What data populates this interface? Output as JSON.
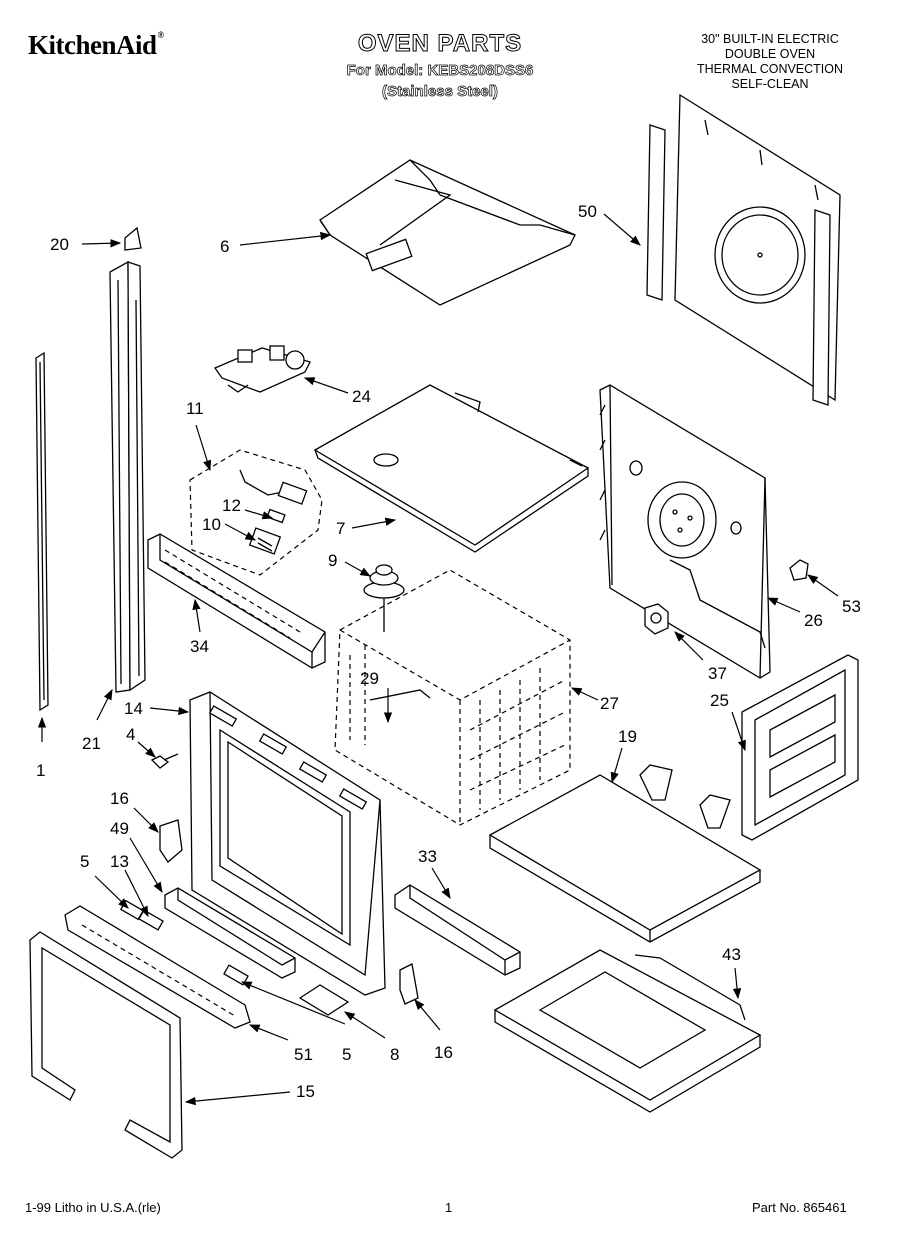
{
  "header": {
    "brand": "KitchenAid",
    "brand_mark": "®",
    "title": "OVEN PARTS",
    "model_line": "For Model: KEBS208DSS6",
    "finish": "(Stainless Steel)",
    "description": [
      "30\" BUILT-IN ELECTRIC",
      "DOUBLE OVEN",
      "THERMAL CONVECTION",
      "SELF-CLEAN"
    ]
  },
  "footer": {
    "litho": "1-99 Litho in U.S.A.(rle)",
    "page": "1",
    "part_no": "Part No. 865461"
  },
  "callouts": {
    "c1": "1",
    "c4": "4",
    "c5a": "5",
    "c5b": "5",
    "c6": "6",
    "c7": "7",
    "c8": "8",
    "c9": "9",
    "c10": "10",
    "c11": "11",
    "c12": "12",
    "c13": "13",
    "c14": "14",
    "c15": "15",
    "c16a": "16",
    "c16b": "16",
    "c19": "19",
    "c20": "20",
    "c21": "21",
    "c24": "24",
    "c25": "25",
    "c26": "26",
    "c27": "27",
    "c29": "29",
    "c33": "33",
    "c34": "34",
    "c37": "37",
    "c43": "43",
    "c49": "49",
    "c50": "50",
    "c51": "51",
    "c53": "53"
  }
}
